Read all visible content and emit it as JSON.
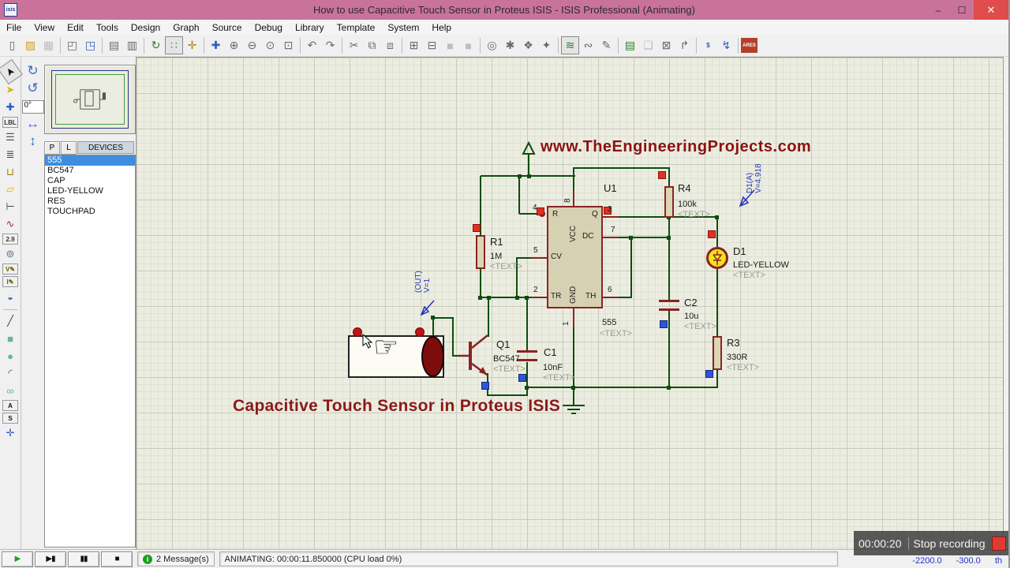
{
  "window": {
    "title": "How to use Capacitive Touch Sensor in Proteus ISIS - ISIS Professional (Animating)",
    "app_icon_text": "isis",
    "minimize": "–",
    "restore": "☐",
    "close": "✕"
  },
  "menu": {
    "items": [
      "File",
      "View",
      "Edit",
      "Tools",
      "Design",
      "Graph",
      "Source",
      "Debug",
      "Library",
      "Template",
      "System",
      "Help"
    ]
  },
  "toolbar": {
    "icons": [
      {
        "name": "new-file-icon",
        "glyph": "▯"
      },
      {
        "name": "open-file-icon",
        "glyph": "▨",
        "color": "#c9a227"
      },
      {
        "name": "save-icon",
        "glyph": "▦",
        "disabled": true
      },
      {
        "name": "sep",
        "sep": true
      },
      {
        "name": "import-section-icon",
        "glyph": "◰"
      },
      {
        "name": "export-section-icon",
        "glyph": "◳",
        "color": "#3a5fb0"
      },
      {
        "name": "sep",
        "sep": true
      },
      {
        "name": "print-icon",
        "glyph": "▤"
      },
      {
        "name": "mark-output-area-icon",
        "glyph": "▥"
      },
      {
        "name": "sep",
        "sep": true
      },
      {
        "name": "redraw-icon",
        "glyph": "↻",
        "color": "#2a7d2a"
      },
      {
        "name": "grid-toggle-icon",
        "glyph": "∷",
        "selected": true
      },
      {
        "name": "origin-icon",
        "glyph": "✛",
        "color": "#b08000"
      },
      {
        "name": "sep",
        "sep": true
      },
      {
        "name": "pan-icon",
        "glyph": "✚",
        "color": "#2b5fc7"
      },
      {
        "name": "zoom-in-icon",
        "glyph": "⊕"
      },
      {
        "name": "zoom-out-icon",
        "glyph": "⊖"
      },
      {
        "name": "zoom-all-icon",
        "glyph": "⊙"
      },
      {
        "name": "zoom-area-icon",
        "glyph": "⊡"
      },
      {
        "name": "sep",
        "sep": true
      },
      {
        "name": "undo-icon",
        "glyph": "↶"
      },
      {
        "name": "redo-icon",
        "glyph": "↷"
      },
      {
        "name": "sep",
        "sep": true
      },
      {
        "name": "cut-icon",
        "glyph": "✂"
      },
      {
        "name": "copy-icon",
        "glyph": "⧉"
      },
      {
        "name": "paste-icon",
        "glyph": "⧈"
      },
      {
        "name": "sep",
        "sep": true
      },
      {
        "name": "block-copy-icon",
        "glyph": "⊞"
      },
      {
        "name": "block-move-icon",
        "glyph": "⊟"
      },
      {
        "name": "block-rotate-icon",
        "glyph": "■",
        "disabled": true
      },
      {
        "name": "block-delete-icon",
        "glyph": "■",
        "disabled": true
      },
      {
        "name": "sep",
        "sep": true
      },
      {
        "name": "pick-device-icon",
        "glyph": "◎"
      },
      {
        "name": "make-device-icon",
        "glyph": "✱"
      },
      {
        "name": "packaging-tool-icon",
        "glyph": "❖"
      },
      {
        "name": "decompose-icon",
        "glyph": "✦"
      },
      {
        "name": "sep",
        "sep": true
      },
      {
        "name": "wire-autorouter-icon",
        "glyph": "≋",
        "color": "#2a7d2a",
        "selected": true
      },
      {
        "name": "search-tag-icon",
        "glyph": "∾"
      },
      {
        "name": "property-assignment-icon",
        "glyph": "✎"
      },
      {
        "name": "sep",
        "sep": true
      },
      {
        "name": "design-explorer-icon",
        "glyph": "▤",
        "color": "#2a7d2a"
      },
      {
        "name": "new-sheet-icon",
        "glyph": "❏",
        "disabled": true
      },
      {
        "name": "remove-sheet-icon",
        "glyph": "⊠"
      },
      {
        "name": "goto-sheet-icon",
        "glyph": "↱"
      },
      {
        "name": "sep",
        "sep": true
      },
      {
        "name": "bill-of-materials-icon",
        "glyph": "$",
        "text_icon": true,
        "color": "#3a5fb0"
      },
      {
        "name": "electrical-check-icon",
        "glyph": "↯",
        "color": "#2b5fc7"
      },
      {
        "name": "sep",
        "sep": true
      },
      {
        "name": "ares-icon",
        "glyph": "ARES",
        "color": "#ffffff",
        "bg": "#b3402a"
      }
    ]
  },
  "side_toolbar": {
    "icons": [
      {
        "name": "selection-mode-icon",
        "glyph": "➤",
        "rot": "-125deg",
        "color": "#111",
        "selected": true
      },
      {
        "name": "component-mode-icon",
        "glyph": "➤",
        "color": "#d8b400"
      },
      {
        "name": "junction-dot-icon",
        "glyph": "✚",
        "color": "#2b5fc7"
      },
      {
        "name": "wire-label-icon",
        "glyph": "LBL",
        "text_icon": true,
        "color": "#333"
      },
      {
        "name": "text-script-icon",
        "glyph": "☰",
        "color": "#555"
      },
      {
        "name": "buses-icon",
        "glyph": "≣",
        "color": "#444"
      },
      {
        "name": "subcircuit-icon",
        "glyph": "⊔",
        "color": "#b08000"
      },
      {
        "name": "terminals-icon",
        "glyph": "▱",
        "color": "#d8b400"
      },
      {
        "name": "device-pins-icon",
        "glyph": "⊢",
        "color": "#444"
      },
      {
        "name": "graph-mode-icon",
        "glyph": "∿",
        "color": "#b03030"
      },
      {
        "name": "tape-recorder-icon",
        "glyph": "2.9",
        "text_icon": true,
        "color": "#333"
      },
      {
        "name": "generator-mode-icon",
        "glyph": "⊚",
        "color": "#55718a"
      },
      {
        "name": "voltage-probe-icon",
        "glyph": "V✎",
        "text_icon": true,
        "color": "#6a5a00"
      },
      {
        "name": "current-probe-icon",
        "glyph": "I✎",
        "text_icon": true,
        "color": "#6a5a00"
      },
      {
        "name": "instruments-icon",
        "glyph": "◒",
        "color": "#3a6cc4"
      },
      {
        "name": "sep",
        "sep": true
      },
      {
        "name": "2d-line-icon",
        "glyph": "╱",
        "color": "#444"
      },
      {
        "name": "2d-box-icon",
        "glyph": "■",
        "color": "#66b2a3"
      },
      {
        "name": "2d-circle-icon",
        "glyph": "●",
        "color": "#66b2a3"
      },
      {
        "name": "2d-arc-icon",
        "glyph": "◜",
        "color": "#444"
      },
      {
        "name": "2d-path-icon",
        "glyph": "∞",
        "color": "#66b2a3"
      },
      {
        "name": "2d-text-icon",
        "glyph": "A",
        "text_icon": true,
        "color": "#111"
      },
      {
        "name": "2d-symbol-icon",
        "glyph": "S",
        "text_icon": true,
        "color": "#111"
      },
      {
        "name": "2d-marker-icon",
        "glyph": "✛",
        "color": "#2b5fc7"
      }
    ]
  },
  "rotate": {
    "cw": "↻",
    "ccw": "↺",
    "angle": "0°",
    "mirror_h": "↔",
    "mirror_v": "↕"
  },
  "devices": {
    "p": "P",
    "l": "L",
    "header": "DEVICES",
    "items": [
      {
        "label": "555",
        "selected": true
      },
      {
        "label": "BC547"
      },
      {
        "label": "CAP"
      },
      {
        "label": "LED-YELLOW"
      },
      {
        "label": "RES"
      },
      {
        "label": "TOUCHPAD"
      }
    ]
  },
  "schematic": {
    "watermark": "www.TheEngineeringProjects.com",
    "caption": "Capacitive Touch Sensor in Proteus ISIS",
    "u1": {
      "ref": "U1",
      "value": "555",
      "text": "<TEXT>",
      "p_r": "R",
      "p_vcc": "VCC",
      "p_q": "Q",
      "p_dc": "DC",
      "p_cv": "CV",
      "p_tr": "TR",
      "p_gnd": "GND",
      "p_th": "TH",
      "n1": "1",
      "n2": "2",
      "n3": "3",
      "n4": "4",
      "n5": "5",
      "n6": "6",
      "n7": "7",
      "n8": "8"
    },
    "r1": {
      "ref": "R1",
      "value": "1M",
      "text": "<TEXT>"
    },
    "r4": {
      "ref": "R4",
      "value": "100k",
      "text": "<TEXT>"
    },
    "r3": {
      "ref": "R3",
      "value": "330R",
      "text": "<TEXT>"
    },
    "c1": {
      "ref": "C1",
      "value": "10nF",
      "text": "<TEXT>"
    },
    "c2": {
      "ref": "C2",
      "value": "10u",
      "text": "<TEXT>"
    },
    "q1": {
      "ref": "Q1",
      "value": "BC547",
      "text": "<TEXT>"
    },
    "d1": {
      "ref": "D1",
      "value": "LED-YELLOW",
      "text": "<TEXT>"
    },
    "probe_out": {
      "name": "(OUT)",
      "value": "V=1"
    },
    "probe_d1": {
      "name": "D1(A)",
      "value": "V=4.918"
    }
  },
  "statusbar": {
    "sim_buttons": [
      {
        "name": "play-button",
        "glyph": "▶",
        "color": "#18a018"
      },
      {
        "name": "step-button",
        "glyph": "▶▮",
        "color": "#111"
      },
      {
        "name": "pause-button",
        "glyph": "▮▮",
        "color": "#111"
      },
      {
        "name": "stop-button",
        "glyph": "■",
        "color": "#111"
      }
    ],
    "info_glyph": "i",
    "messages": "2 Message(s)",
    "status": "ANIMATING: 00:00:11.850000 (CPU load 0%)",
    "coords": {
      "x": "-2200.0",
      "y": "-300.0",
      "units": "th"
    }
  },
  "recording": {
    "time": "00:00:20",
    "label": "Stop recording"
  }
}
